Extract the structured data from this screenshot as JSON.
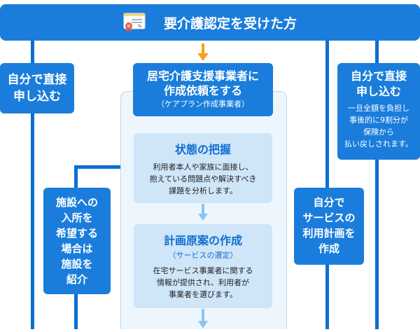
{
  "header": {
    "title": "要介護認定を受けた方"
  },
  "left_apply": {
    "line1": "自分で直接",
    "line2": "申し込む"
  },
  "care_manager": {
    "line1": "居宅介護支援事業者に",
    "line2": "作成依頼をする",
    "sub": "（ケアプラン作成事業者）"
  },
  "step_assess": {
    "title": "状態の把握",
    "body": [
      "利用者本人や家族に面接し、",
      "抱えている問題点や解決すべき",
      "課題を分析します。"
    ]
  },
  "step_plan": {
    "title": "計画原案の作成",
    "sub": "（サービスの選定）",
    "body": [
      "在宅サービス事業者に関する",
      "情報が提供され、利用者が",
      "事業者を選びます。"
    ]
  },
  "facility": {
    "lines": [
      "施設への",
      "入所を",
      "希望する",
      "場合は",
      "施設を",
      "紹介"
    ]
  },
  "self_plan": {
    "lines": [
      "自分で",
      "サービスの",
      "利用計画を",
      "作成"
    ]
  },
  "right_apply": {
    "line1": "自分で直接",
    "line2": "申し込む",
    "body": [
      "一旦全額を負担し",
      "事後的に9割分が",
      "保険から",
      "払い戻しされます。"
    ]
  },
  "colors": {
    "primary": "#1a7ddb",
    "light": "#cfe5f8",
    "arrow_top": "#f5a21b",
    "arrow_inner": "#8ec3ef"
  },
  "icons": {
    "header": "certificate-icon"
  }
}
